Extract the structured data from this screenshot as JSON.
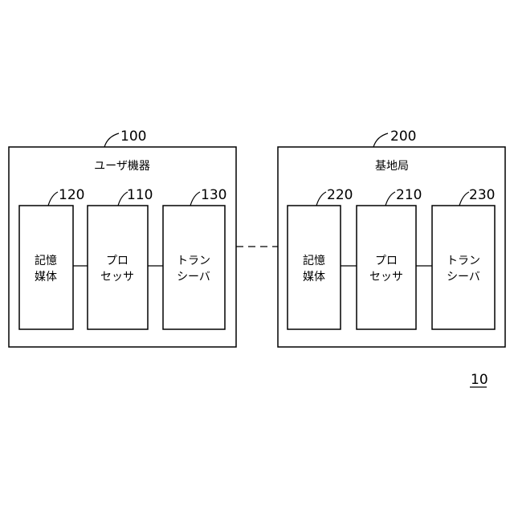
{
  "figure_label": "10",
  "devices": [
    {
      "ref": "100",
      "title": "ユーザ機器",
      "blocks": [
        {
          "ref": "120",
          "line1": "記憶",
          "line2": "媒体"
        },
        {
          "ref": "110",
          "line1": "プロ",
          "line2": "セッサ"
        },
        {
          "ref": "130",
          "line1": "トラン",
          "line2": "シーバ"
        }
      ]
    },
    {
      "ref": "200",
      "title": "基地局",
      "blocks": [
        {
          "ref": "220",
          "line1": "記憶",
          "line2": "媒体"
        },
        {
          "ref": "210",
          "line1": "プロ",
          "line2": "セッサ"
        },
        {
          "ref": "230",
          "line1": "トラン",
          "line2": "シーバ"
        }
      ]
    }
  ]
}
